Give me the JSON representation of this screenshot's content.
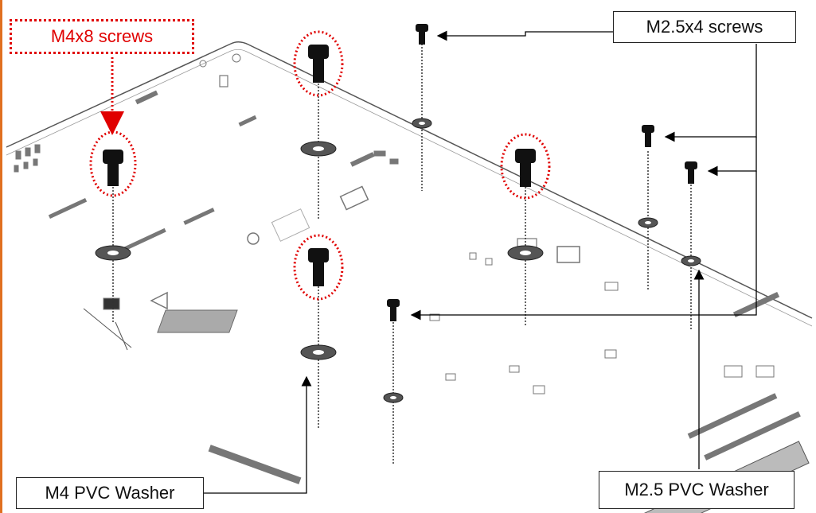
{
  "labels": {
    "m4x8": "M4x8 screws",
    "m25x4": "M2.5x4 screws",
    "m4_washer": "M4 PVC Washer",
    "m25_washer": "M2.5 PVC Washer"
  },
  "colors": {
    "highlight_red": "#e00000",
    "board_outline": "#555555",
    "screw": "#111111",
    "washer": "#444444"
  }
}
